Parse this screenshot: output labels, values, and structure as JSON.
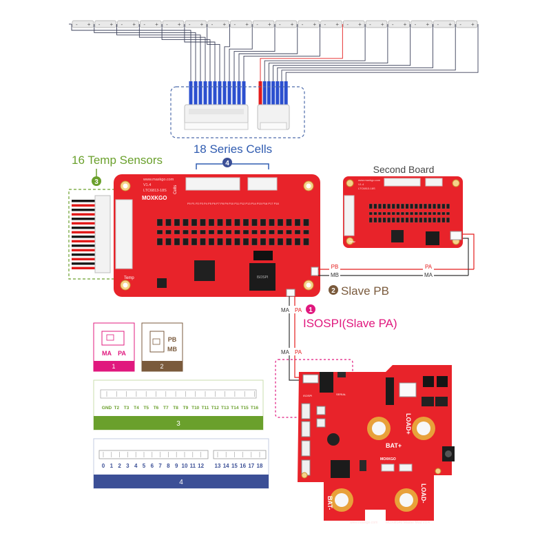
{
  "battery": {
    "terminal_minus": "-",
    "terminal_plus": "+",
    "cell_count": 18
  },
  "labels": {
    "series_cells": "18 Series Cells",
    "temp_sensors": "16 Temp Sensors",
    "second_board": "Second Board",
    "slave_pb": "Slave PB",
    "isospi": "ISOSPI(Slave PA)",
    "badge_1": "1",
    "badge_2": "2",
    "badge_3": "3",
    "badge_4": "4"
  },
  "wires": {
    "pb": "PB",
    "pa": "PA",
    "mb": "MB",
    "ma": "MA"
  },
  "board_main": {
    "url": "www.maxkgo.com",
    "version": "V1.4",
    "model": "LTC6813-18S",
    "brand": "MOXKGO",
    "cells_label": "Cells",
    "temp_label": "Temp",
    "pads": "P0 P1 P2 P3 P4 P5 P6 P7 P8 P9 P10 P11 P12 P13 P14 P15 P16 P17 P18",
    "chip_text": "ISOSPI"
  },
  "board_second": {
    "url": "www.maxkgo.com",
    "version": "V1.4",
    "model": "LTC6813-18S",
    "temp_label": "Temp"
  },
  "board_master": {
    "bat_plus": "BAT+",
    "bat_minus": "BAT-",
    "load_plus": "LOAD+",
    "load_minus": "LOAD-",
    "footer": "www.maxkgo.com",
    "title": "MOXMS40 Master Mod V1.4",
    "brand": "MOXKGO",
    "serial": "SERIAL",
    "isospi": "ISOSPI"
  },
  "legend": {
    "box1": {
      "left": "MA",
      "right": "PA",
      "number": "1"
    },
    "box2": {
      "top": "PB",
      "bottom": "MB",
      "number": "2"
    },
    "box3": {
      "labels": [
        "GND",
        "T2",
        "T3",
        "T4",
        "T5",
        "T6",
        "T7",
        "T8",
        "T9",
        "T10",
        "T11",
        "T12",
        "T13",
        "T14",
        "T15",
        "T16"
      ],
      "number": "3"
    },
    "box4": {
      "labels": [
        "0",
        "1",
        "2",
        "3",
        "4",
        "5",
        "6",
        "7",
        "8",
        "9",
        "10",
        "11",
        "12",
        "13",
        "14",
        "15",
        "16",
        "17",
        "18"
      ],
      "number": "4"
    }
  },
  "colors": {
    "pcb_red": "#e8232a",
    "pcb_dark": "#c4161c",
    "wire_blue": "#2b4fcf",
    "wire_red": "#e41c1c",
    "magenta": "#e0187e",
    "brown": "#7a5a3c",
    "green": "#6aa02c",
    "navy": "#3b4f96",
    "dashed_blue": "#4c6aaa",
    "gold": "#e8a13a"
  }
}
